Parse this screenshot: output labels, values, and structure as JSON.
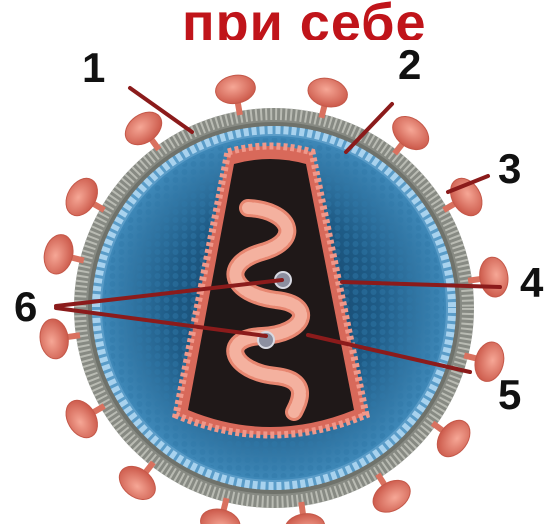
{
  "heading": "при себе",
  "labels": {
    "l1": "1",
    "l2": "2",
    "l3": "3",
    "l4": "4",
    "l5": "5",
    "l6": "6"
  },
  "colors": {
    "heading": "#c0141a",
    "spike": "#e07a6a",
    "membrane_outer": "#8a8d86",
    "matrix_bead": "#7fb7dc",
    "interior": "#2b6d97",
    "capsid": "#1e1717",
    "rna": "#e8856d",
    "pointer": "#8b1b1b"
  }
}
